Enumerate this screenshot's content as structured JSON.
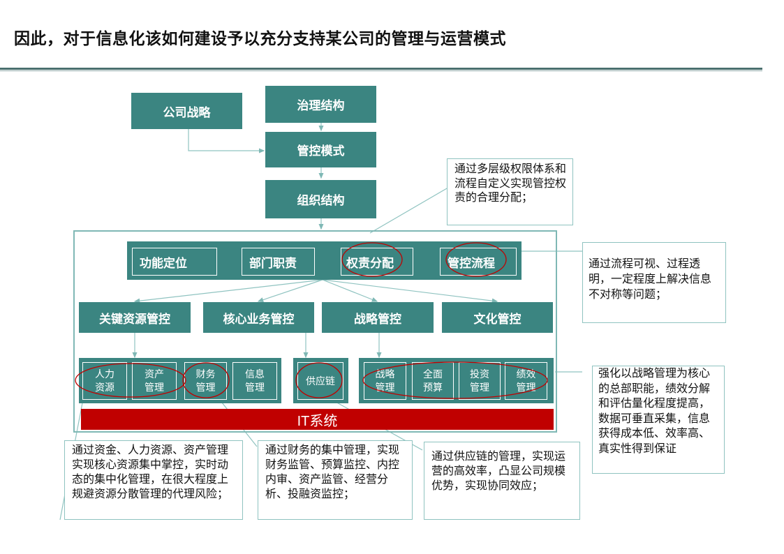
{
  "title": "因此，对于信息化该如何建设予以充分支持某公司的管理与运营模式",
  "top": {
    "strategy": "公司战略",
    "governance": "治理结构",
    "control_mode": "管控模式",
    "org_structure": "组织结构"
  },
  "process_row": [
    "功能定位",
    "部门职责",
    "权责分配",
    "管控流程"
  ],
  "control_row": [
    "关键资源管控",
    "核心业务管控",
    "战略管控",
    "文化管控"
  ],
  "modules": {
    "group1": [
      "人力\n资源",
      "资产\n管理",
      "财务\n管理",
      "信息\n管理"
    ],
    "group2": [
      "供应链"
    ],
    "group3": [
      "战略\n管理",
      "全面\n预算",
      "投资\n管理",
      "绩效\n管理"
    ]
  },
  "it_system": "IT系统",
  "notes": {
    "top_right": "通过多层级权限体系和流程自定义实现管控权责的合理分配；",
    "right_middle": "通过流程可视、过程透明，一定程度上解决信息不对称等问题；",
    "right_bottom": "强化以战略管理为核心的总部职能，绩效分解和评估量化程度提高，数据可垂直采集，信息获得成本低、效率高、真实性得到保证",
    "bottom_1": "通过资金、人力资源、资产管理实现核心资源集中掌控，实时动态的集中化管理，在很大程度上规避资源分散管理的代理风险；",
    "bottom_2": "通过财务的集中管理，实现财务监管、预算监控、内控内审、资产监管、经营分析、投融资监控；",
    "bottom_3": "通过供应链的管理，实现运营的高效率，凸显公司规模优势，实现协同效应；"
  },
  "colors": {
    "teal": "#3b8581",
    "frame": "#7fb8b5",
    "red": "#c00000",
    "ellipse": "#c00000"
  }
}
